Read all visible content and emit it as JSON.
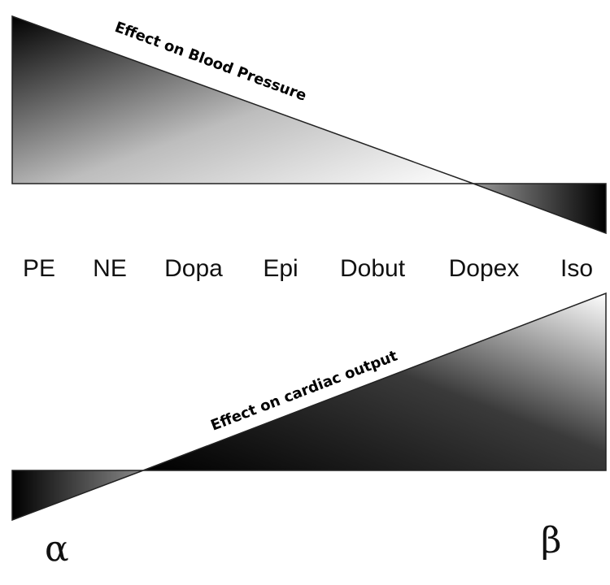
{
  "top_triangle": {
    "label": "Effect on Blood Pressure"
  },
  "drugs": [
    "PE",
    "NE",
    "Dopa",
    "Epi",
    "Dobut",
    "Dopex",
    "Iso"
  ],
  "bottom_triangle": {
    "label": "Effect on cardiac output"
  },
  "receptors": {
    "left": "α",
    "right": "β"
  },
  "colors": {
    "fill_dark": "#000000",
    "fill_light": "#ffffff",
    "stroke": "#222222"
  }
}
